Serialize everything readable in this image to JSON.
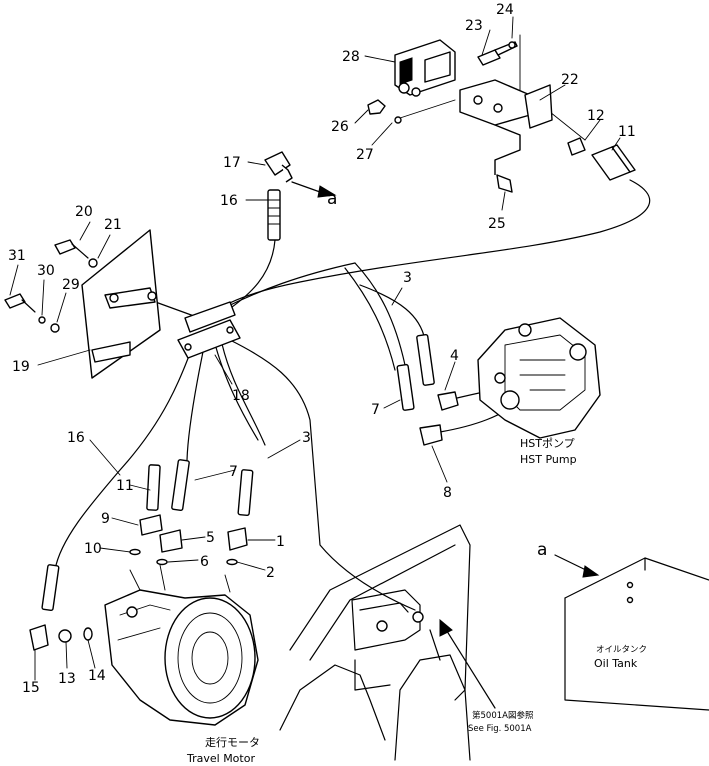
{
  "callouts": {
    "c1": "1",
    "c2": "2",
    "c3a": "3",
    "c3b": "3",
    "c4": "4",
    "c5": "5",
    "c6": "6",
    "c7a": "7",
    "c7b": "7",
    "c8": "8",
    "c9": "9",
    "c10": "10",
    "c11a": "11",
    "c11b": "11",
    "c12": "12",
    "c13": "13",
    "c14": "14",
    "c15": "15",
    "c16a": "16",
    "c16b": "16",
    "c17": "17",
    "c18": "18",
    "c19": "19",
    "c20": "20",
    "c21": "21",
    "c22": "22",
    "c23": "23",
    "c24": "24",
    "c25": "25",
    "c26": "26",
    "c27": "27",
    "c28": "28",
    "c29": "29",
    "c30": "30",
    "c31": "31"
  },
  "labels": {
    "ref_a_top": "a",
    "ref_a_tank": "a",
    "hst_pump_jp": "HSTポンプ",
    "hst_pump_en": "HST Pump",
    "travel_motor_jp": "走行モータ",
    "travel_motor_en": "Travel Motor",
    "oil_tank_jp": "オイルタンク",
    "oil_tank_en": "Oil Tank",
    "see_fig_jp": "第5001A図参照",
    "see_fig_en": "See Fig. 5001A"
  }
}
